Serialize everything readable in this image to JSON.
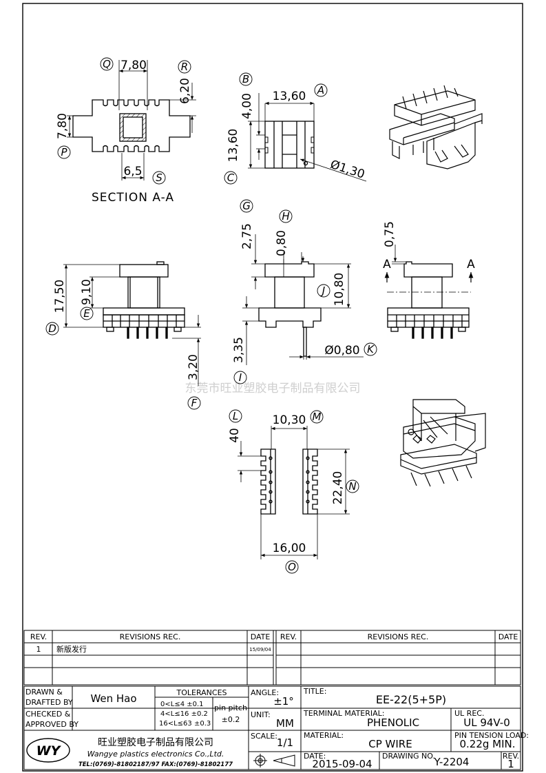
{
  "watermark": "东莞市旺业塑胶电子制品有限公司",
  "dimensions": {
    "q": "Q",
    "r": "R",
    "p": "P",
    "s": "S",
    "a": "A",
    "b": "B",
    "c": "C",
    "d": "D",
    "e": "E",
    "f": "F",
    "g": "G",
    "h": "H",
    "i": "I",
    "j": "J",
    "k": "K",
    "l": "L",
    "m": "M",
    "n": "N",
    "o": "O",
    "q_val": "7,80",
    "r_val": "6,20",
    "p_val": "7,80",
    "s_val": "6,5",
    "a_val": "13,60",
    "b_val": "4,00",
    "c_val": "13,60",
    "dia_val": "Ø1,30",
    "d_val": "17,50",
    "e_val": "9,10",
    "f_val": "3,20",
    "g_val": "2,75",
    "h_val": "0,80",
    "j_val": "10,80",
    "i_val": "3,35",
    "k_val": "Ø0,80",
    "t_val": "0,75",
    "section_arrow": "A",
    "l_val": "40",
    "m_val": "10,30",
    "n_val": "22,40",
    "o_val": "16,00"
  },
  "section_label": "SECTION A-A",
  "revisions": {
    "col_rev": "REV.",
    "col_rec": "REVISIONS   REC.",
    "col_date": "DATE",
    "rows": [
      {
        "rev": "1",
        "rec": "新版发行",
        "date": "15/09/04"
      }
    ]
  },
  "title_block": {
    "drawn_label": "DRAWN &",
    "drafted_label": "DRAFTED BY",
    "drawn_value": "Wen Hao",
    "checked_label": "CHECKED &",
    "approved_label": "APPROVED BY",
    "tolerances_label": "TOLERANCES",
    "tol1": "0<L≤4   ±0.1",
    "tol2": "4<L≤16  ±0.2",
    "tol3": "16<L≤63 ±0.3",
    "pin_pitch_label": "pin pitch",
    "pin_pitch_value": "±0.2",
    "angle_label": "ANGLE:",
    "angle_value": "±1°",
    "unit_label": "UNIT:",
    "unit_value": "MM",
    "scale_label": "SCALE:",
    "scale_value": "1/1",
    "title_label": "TITLE:",
    "title_value": "EE-22(5+5P)",
    "terminal_label": "TERMINAL MATERIAL:",
    "terminal_value": "PHENOLIC",
    "ul_label": "UL REC.",
    "ul_value": "UL 94V-0",
    "material_label": "MATERIAL:",
    "material_value": "CP WIRE",
    "pin_tension_label": "PIN TENSION LOAD:",
    "pin_tension_value": "0.22g  MIN.",
    "date_label": "DATE:",
    "date_value": "2015-09-04",
    "drawing_no_label": "DRAWING NO.",
    "drawing_no_value": "Y-2204",
    "rev_label": "REV.",
    "rev_value": "1",
    "company_cn": "旺业塑胶电子制品有限公司",
    "company_en": "Wangye plastics electronics Co.,Ltd.",
    "contact": "TEL:(0769)-81802187/97  FAX:(0769)-81802177",
    "logo_text": "WY"
  }
}
